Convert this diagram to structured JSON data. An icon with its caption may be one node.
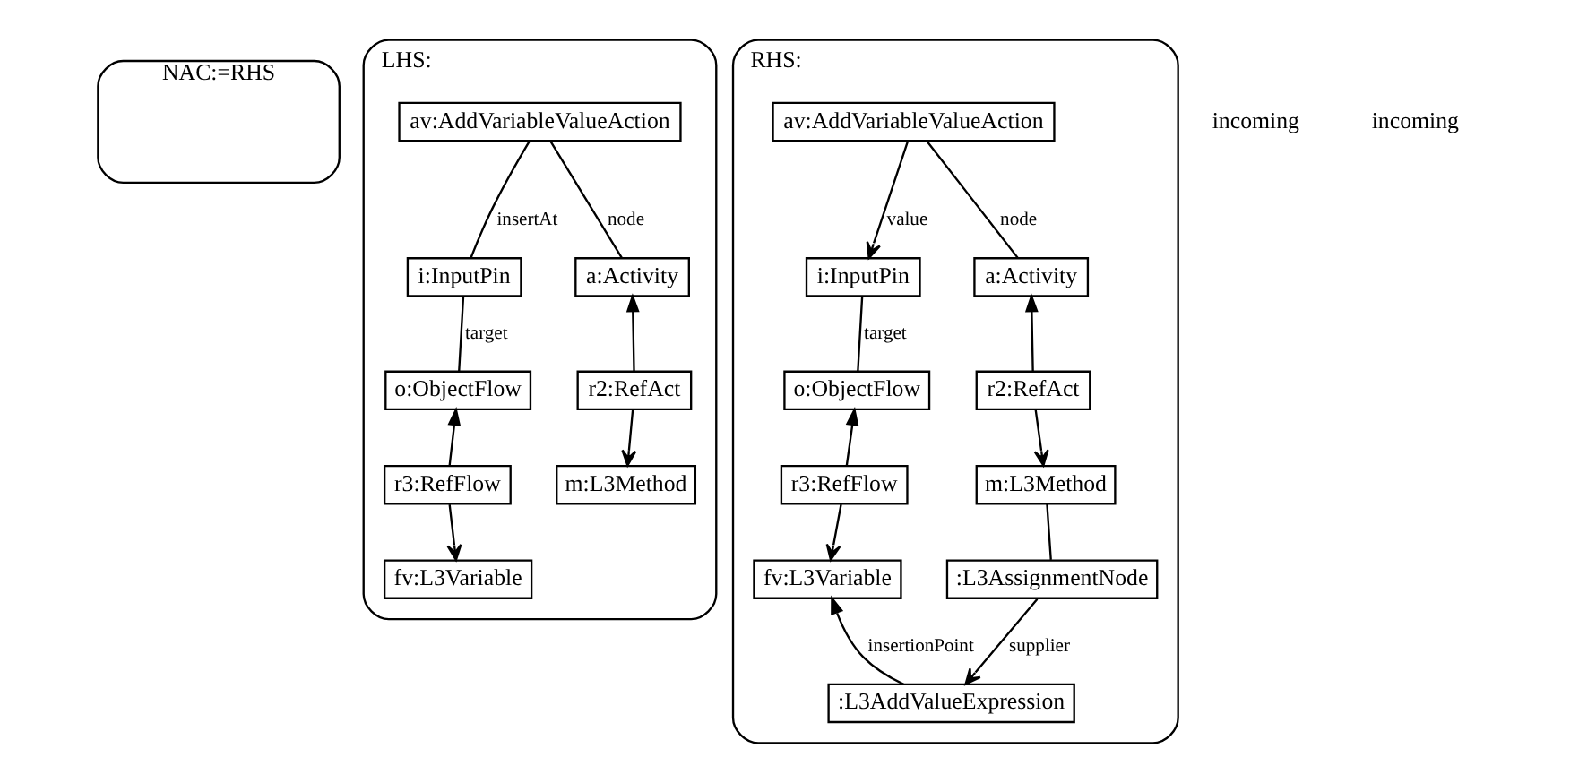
{
  "diagram": {
    "nodes": [
      {
        "text": [
          "NAC:=RHS"
        ]
      },
      {
        "text": [
          "LHS:"
        ]
      },
      {
        "text": [
          "av:AddVariableValueAction"
        ],
        "in": 1
      },
      {
        "text": [
          "i:InputPin"
        ],
        "in": 1
      },
      {
        "text": [
          "a:Activity"
        ],
        "in": 1
      },
      {
        "text": [
          "o:ObjectFlow"
        ],
        "in": 1
      },
      {
        "text": [
          "r2:RefAct"
        ],
        "in": 1
      },
      {
        "text": [
          "r3:RefFlow"
        ],
        "in": 1
      },
      {
        "text": [
          "m:L3Method"
        ],
        "in": 1
      },
      {
        "text": [
          "fv:L3Variable"
        ],
        "in": 1
      },
      {
        "text": [
          "RHS:"
        ]
      },
      {
        "text": [
          "av:AddVariableValueAction"
        ],
        "in": 10
      },
      {
        "text": [
          "i:InputPin"
        ],
        "in": 10
      },
      {
        "text": [
          "a:Activity"
        ],
        "in": 10
      },
      {
        "text": [
          "o:ObjectFlow"
        ],
        "in": 10
      },
      {
        "text": [
          "r2:RefAct"
        ],
        "in": 10
      },
      {
        "text": [
          "r3:RefFlow"
        ],
        "in": 10
      },
      {
        "text": [
          "m:L3Method"
        ],
        "in": 10
      },
      {
        "text": [
          "fv:L3Variable"
        ],
        "in": 10
      },
      {
        "text": [
          ":L3AssignmentNode"
        ],
        "in": 10
      },
      {
        "text": [
          ":L3AddValueExpression"
        ],
        "in": 10
      }
    ],
    "edges": [
      {
        "from": 2,
        "to": 4,
        "arrow": "none",
        "label": "node"
      },
      {
        "from": 2,
        "to": 3,
        "arrow": "none",
        "label": "insertAt"
      },
      {
        "from": 3,
        "to": 5,
        "arrow": "none",
        "label": "target"
      },
      {
        "from": 6,
        "to": 4,
        "arrow": "to"
      },
      {
        "from": 6,
        "to": 8,
        "arrow": "to"
      },
      {
        "from": 7,
        "to": 5,
        "arrow": "to"
      },
      {
        "from": 7,
        "to": 9,
        "arrow": "to"
      },
      {
        "from": 11,
        "to": 13,
        "arrow": "none",
        "label": "node"
      },
      {
        "from": 11,
        "to": 12,
        "arrow": "to",
        "label": "value"
      },
      {
        "from": 12,
        "to": 14,
        "arrow": "none",
        "label": "target"
      },
      {
        "from": 15,
        "to": 13,
        "arrow": "to"
      },
      {
        "from": 15,
        "to": 17,
        "arrow": "to"
      },
      {
        "from": 16,
        "to": 14,
        "arrow": "to"
      },
      {
        "from": 16,
        "to": 18,
        "arrow": "to"
      },
      {
        "from": 17,
        "to": 19,
        "arrow": "none"
      },
      {
        "from": 19,
        "to": 20,
        "arrow": "to",
        "label": "supplier"
      },
      {
        "from": 20,
        "to": 18,
        "arrow": "to",
        "label": "insertionPoint"
      }
    ],
    "labels": [
      "incoming",
      "incoming"
    ]
  }
}
